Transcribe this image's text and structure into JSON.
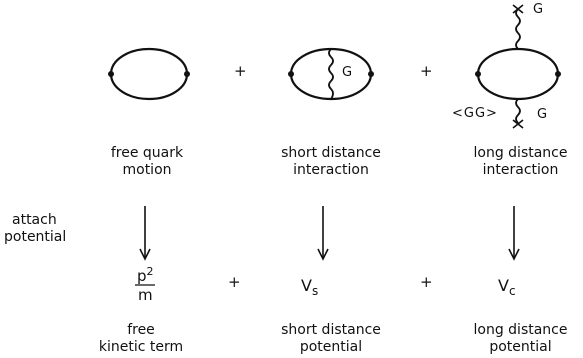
{
  "plus_sign": "+",
  "diagrams": [
    {
      "label_line1": "free quark",
      "label_line2": "motion"
    },
    {
      "label_line1": "short distance",
      "label_line2": "interaction",
      "gluon_label": "G"
    },
    {
      "label_line1": "long distance",
      "label_line2": "interaction",
      "gluon_top_label": "G",
      "gluon_bottom_label": "G",
      "condensate_label": "<GG>"
    }
  ],
  "arrow_caption": {
    "line1": "attach",
    "line2": "potential"
  },
  "terms": [
    {
      "numerator_base": "p",
      "numerator_exp": "2",
      "denominator": "m",
      "label_line1": "free",
      "label_line2": "kinetic term"
    },
    {
      "symbol": "V",
      "subscript": "s",
      "label_line1": "short distance",
      "label_line2": "potential"
    },
    {
      "symbol": "V",
      "subscript": "c",
      "label_line1": "long distance",
      "label_line2": "potential"
    }
  ]
}
